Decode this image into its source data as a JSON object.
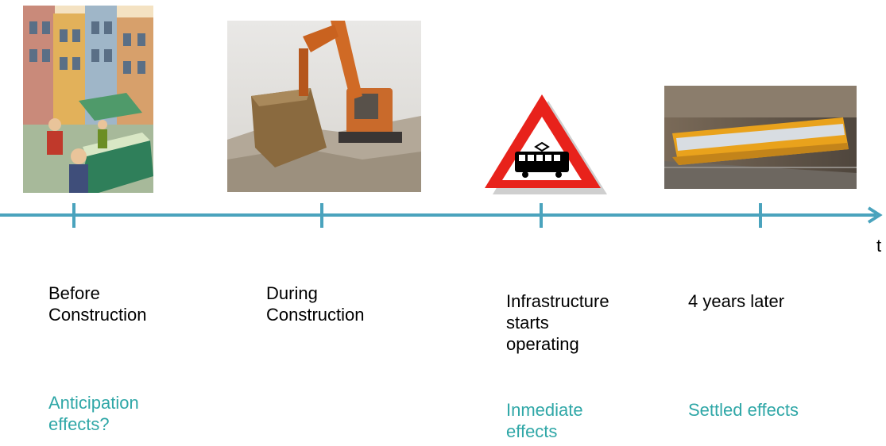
{
  "colors": {
    "axis": "#4aa3bd",
    "effect_text": "#2fa7a7",
    "stage_text": "#000000",
    "warning_red": "#e8221b"
  },
  "axis": {
    "label": "t"
  },
  "stages": [
    {
      "label": "Before\nConstruction",
      "effect": "Anticipation\neffects?",
      "image": "street-market-illustration"
    },
    {
      "label": "During\nConstruction",
      "effect": "",
      "image": "excavator-photo"
    },
    {
      "label": "Infrastructure\nstarts\noperating",
      "effect": "Inmediate\neffects",
      "image": "tram-warning-sign"
    },
    {
      "label": "4 years later",
      "effect": "Settled effects",
      "image": "moving-tram-photo"
    }
  ]
}
